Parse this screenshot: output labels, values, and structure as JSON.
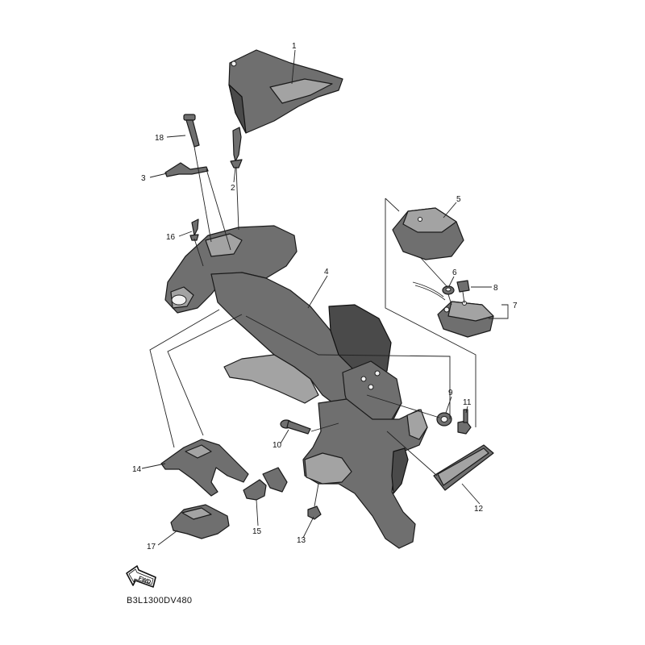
{
  "callouts": [
    {
      "id": "1",
      "label": "1"
    },
    {
      "id": "2",
      "label": "2"
    },
    {
      "id": "3",
      "label": "3"
    },
    {
      "id": "4",
      "label": "4"
    },
    {
      "id": "5",
      "label": "5"
    },
    {
      "id": "6",
      "label": "6"
    },
    {
      "id": "7",
      "label": "7"
    },
    {
      "id": "8",
      "label": "8"
    },
    {
      "id": "9",
      "label": "9"
    },
    {
      "id": "10",
      "label": "10"
    },
    {
      "id": "11",
      "label": "11"
    },
    {
      "id": "12",
      "label": "12"
    },
    {
      "id": "13",
      "label": "13"
    },
    {
      "id": "14",
      "label": "14"
    },
    {
      "id": "15",
      "label": "15"
    },
    {
      "id": "16",
      "label": "16"
    },
    {
      "id": "17",
      "label": "17"
    },
    {
      "id": "18",
      "label": "18"
    }
  ],
  "direction_badge": "FWD",
  "drawing_code": "B3L1300DV480"
}
